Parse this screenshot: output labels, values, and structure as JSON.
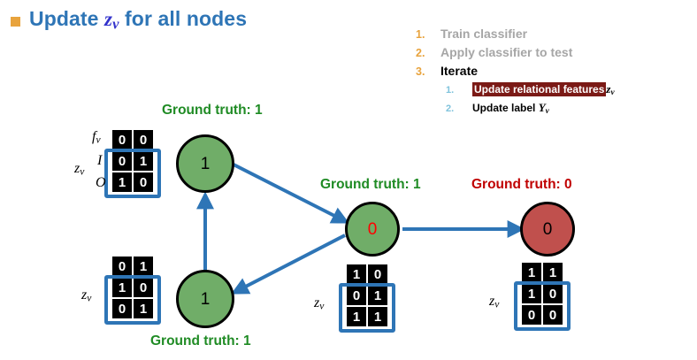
{
  "title": {
    "bullet": "square-bullet",
    "prefix": "Update ",
    "variable": "z",
    "variable_sub": "v",
    "suffix": " for all nodes",
    "color": "#2E75B6"
  },
  "steps": {
    "items": [
      {
        "num": "1.",
        "label": "Train classifier",
        "active": false
      },
      {
        "num": "2.",
        "label": "Apply classifier to test",
        "active": false
      },
      {
        "num": "3.",
        "label": "Iterate",
        "active": true
      }
    ],
    "substeps": [
      {
        "num": "1.",
        "label": "Update relational features",
        "highlighted": true,
        "var": "z",
        "var_sub": "v"
      },
      {
        "num": "2.",
        "label": "Update label",
        "highlighted": false,
        "var": "Y",
        "var_sub": "v"
      }
    ],
    "num_color": "#E8A33D",
    "subnum_color": "#7FC3DC",
    "highlight_color": "#7B1A16"
  },
  "graph": {
    "nodes": [
      {
        "id": "n-top-left",
        "value": "1",
        "fill": "green",
        "value_color": "black",
        "gt_label": "Ground truth: 1",
        "gt_color": "green"
      },
      {
        "id": "n-bottom-left",
        "value": "1",
        "fill": "green",
        "value_color": "black",
        "gt_label": "Ground truth: 1",
        "gt_color": "green"
      },
      {
        "id": "n-middle",
        "value": "0",
        "fill": "green",
        "value_color": "red",
        "gt_label": "Ground truth: 1",
        "gt_color": "green"
      },
      {
        "id": "n-right",
        "value": "0",
        "fill": "red",
        "value_color": "black",
        "gt_label": "Ground truth: 0",
        "gt_color": "red"
      }
    ],
    "colors": {
      "green": "#70AD68",
      "red": "#C0504D",
      "gt_green": "#1F8B24",
      "gt_red": "#C00000",
      "edge": "#2E75B6"
    },
    "matrices": [
      {
        "id": "m-top-left",
        "rows": [
          [
            "0",
            "0"
          ],
          [
            "0",
            "1"
          ],
          [
            "1",
            "0"
          ]
        ],
        "row_labels": [
          "f",
          "I",
          "O"
        ],
        "row_label_subs": [
          "v",
          "",
          ""
        ],
        "group_label": "z",
        "group_label_sub": "v",
        "bracket_rows": [
          1,
          2
        ]
      },
      {
        "id": "m-bottom-left",
        "rows": [
          [
            "0",
            "1"
          ],
          [
            "1",
            "0"
          ],
          [
            "0",
            "1"
          ]
        ],
        "row_labels": [],
        "row_label_subs": [],
        "group_label": "z",
        "group_label_sub": "v",
        "bracket_rows": [
          1,
          2
        ]
      },
      {
        "id": "m-middle",
        "rows": [
          [
            "1",
            "0"
          ],
          [
            "0",
            "1"
          ],
          [
            "1",
            "1"
          ]
        ],
        "row_labels": [],
        "row_label_subs": [],
        "group_label": "z",
        "group_label_sub": "v",
        "bracket_rows": [
          1,
          2
        ]
      },
      {
        "id": "m-right",
        "rows": [
          [
            "1",
            "1"
          ],
          [
            "1",
            "0"
          ],
          [
            "0",
            "0"
          ]
        ],
        "row_labels": [],
        "row_label_subs": [],
        "group_label": "z",
        "group_label_sub": "v",
        "bracket_rows": [
          1,
          2
        ]
      }
    ],
    "edges": [
      {
        "from": "n-bottom-left",
        "to": "n-top-left"
      },
      {
        "from": "n-top-left",
        "to": "n-middle"
      },
      {
        "from": "n-middle",
        "to": "n-bottom-left"
      },
      {
        "from": "n-middle",
        "to": "n-right"
      }
    ]
  }
}
